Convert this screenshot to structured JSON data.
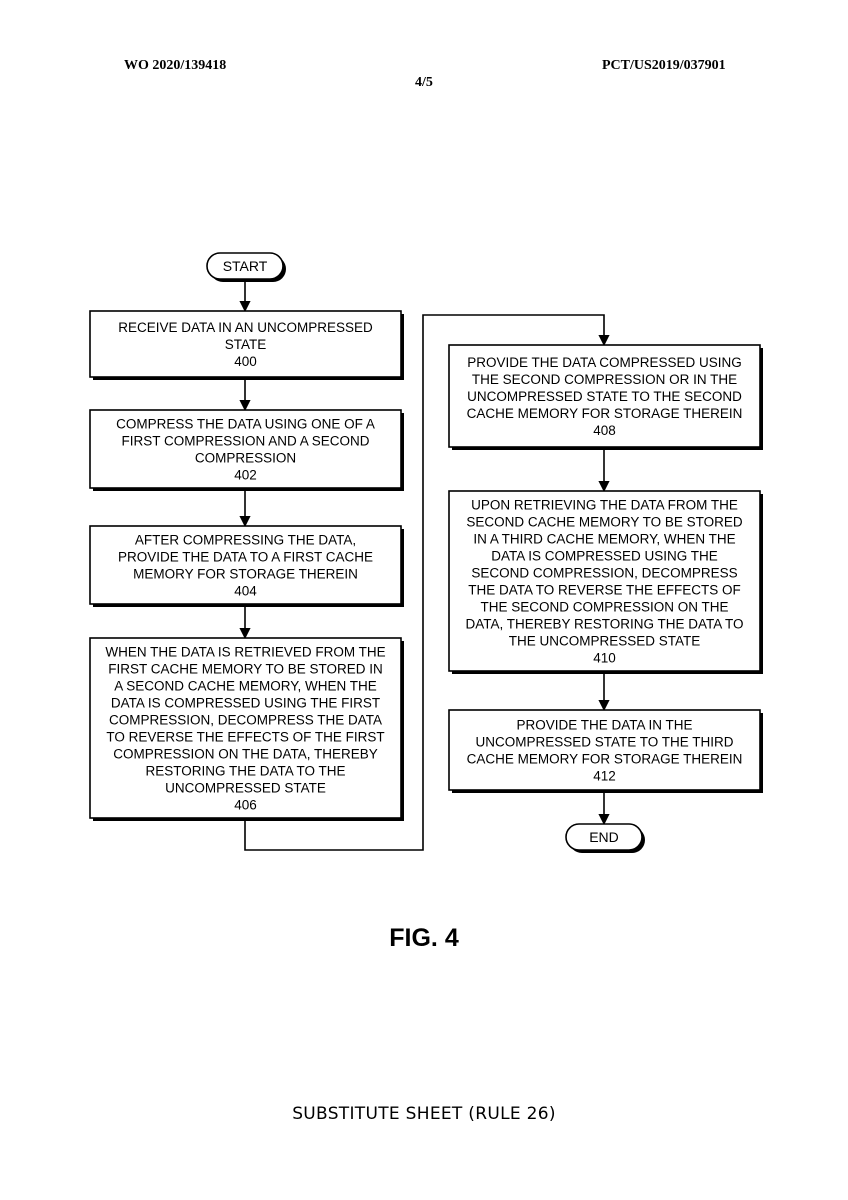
{
  "header": {
    "pub_number": "WO 2020/139418",
    "app_number": "PCT/US2019/037901",
    "sheet": "4/5"
  },
  "flowchart": {
    "start": "START",
    "end": "END",
    "steps": [
      {
        "id": "400",
        "lines": [
          "RECEIVE DATA IN AN UNCOMPRESSED",
          "STATE",
          "400"
        ]
      },
      {
        "id": "402",
        "lines": [
          "COMPRESS THE DATA USING ONE OF A",
          "FIRST COMPRESSION AND A SECOND",
          "COMPRESSION",
          "402"
        ]
      },
      {
        "id": "404",
        "lines": [
          "AFTER COMPRESSING THE DATA,",
          "PROVIDE THE DATA TO A FIRST CACHE",
          "MEMORY FOR STORAGE THEREIN",
          "404"
        ]
      },
      {
        "id": "406",
        "lines": [
          "WHEN THE DATA IS RETRIEVED FROM THE",
          "FIRST CACHE MEMORY TO BE STORED IN",
          "A SECOND CACHE MEMORY, WHEN THE",
          "DATA IS COMPRESSED USING THE FIRST",
          "COMPRESSION, DECOMPRESS THE DATA",
          "TO REVERSE THE EFFECTS OF THE FIRST",
          "COMPRESSION ON THE DATA, THEREBY",
          "RESTORING THE DATA TO THE",
          "UNCOMPRESSED STATE",
          "406"
        ]
      },
      {
        "id": "408",
        "lines": [
          "PROVIDE THE DATA COMPRESSED USING",
          "THE SECOND COMPRESSION OR IN THE",
          "UNCOMPRESSED STATE TO THE SECOND",
          "CACHE MEMORY FOR STORAGE THEREIN",
          "408"
        ]
      },
      {
        "id": "410",
        "lines": [
          "UPON RETRIEVING THE DATA FROM THE",
          "SECOND CACHE MEMORY TO BE STORED",
          "IN A THIRD CACHE MEMORY, WHEN THE",
          "DATA IS COMPRESSED USING THE",
          "SECOND COMPRESSION, DECOMPRESS",
          "THE DATA TO REVERSE THE EFFECTS OF",
          "THE SECOND COMPRESSION ON THE",
          "DATA, THEREBY RESTORING THE DATA TO",
          "THE UNCOMPRESSED STATE",
          "410"
        ]
      },
      {
        "id": "412",
        "lines": [
          "PROVIDE THE DATA IN THE",
          "UNCOMPRESSED STATE TO THE THIRD",
          "CACHE MEMORY FOR STORAGE THEREIN",
          "412"
        ]
      }
    ]
  },
  "figure_label": "FIG. 4",
  "footer": "SUBSTITUTE SHEET (RULE 26)"
}
